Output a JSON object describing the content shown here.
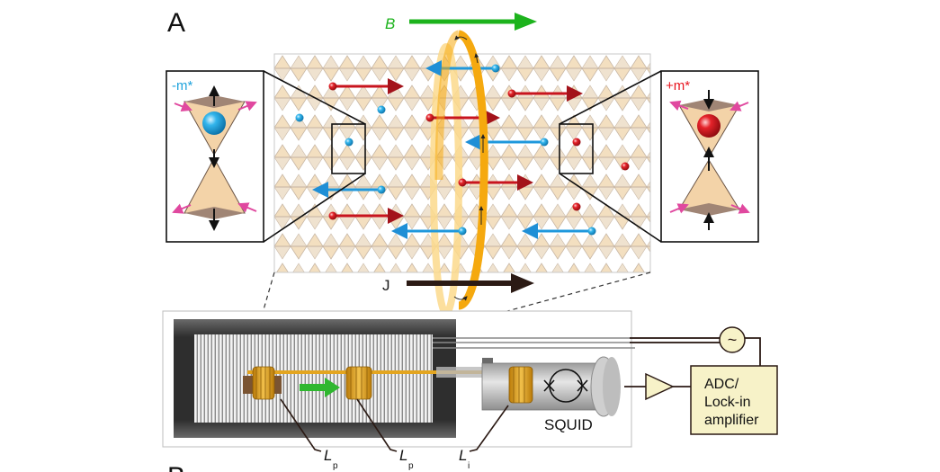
{
  "panels": {
    "a": {
      "label": "A"
    },
    "b": {
      "label": "B"
    }
  },
  "field": {
    "label": "B",
    "color": "#1db31d"
  },
  "current": {
    "label": "J",
    "color": "#2b1a14"
  },
  "insets": {
    "left": {
      "label": "-m*",
      "color": "#1fa3dc"
    },
    "right": {
      "label": "+m*",
      "color": "#e8141e"
    }
  },
  "carriers": {
    "electron_color": "#1fa3dc",
    "hole_color": "#d2141e",
    "loop_color": "#f5a90f"
  },
  "apparatus": {
    "squid_label": "SQUID",
    "coils": [
      {
        "symbol": "L",
        "subscript": "p"
      },
      {
        "symbol": "L",
        "subscript": "p"
      },
      {
        "symbol": "L",
        "subscript": "i"
      }
    ],
    "readout": {
      "line1": "ADC/",
      "line2": "Lock-in",
      "line3": "amplifier"
    },
    "source_symbol": "~",
    "box_fill": "#f7f2c8"
  }
}
